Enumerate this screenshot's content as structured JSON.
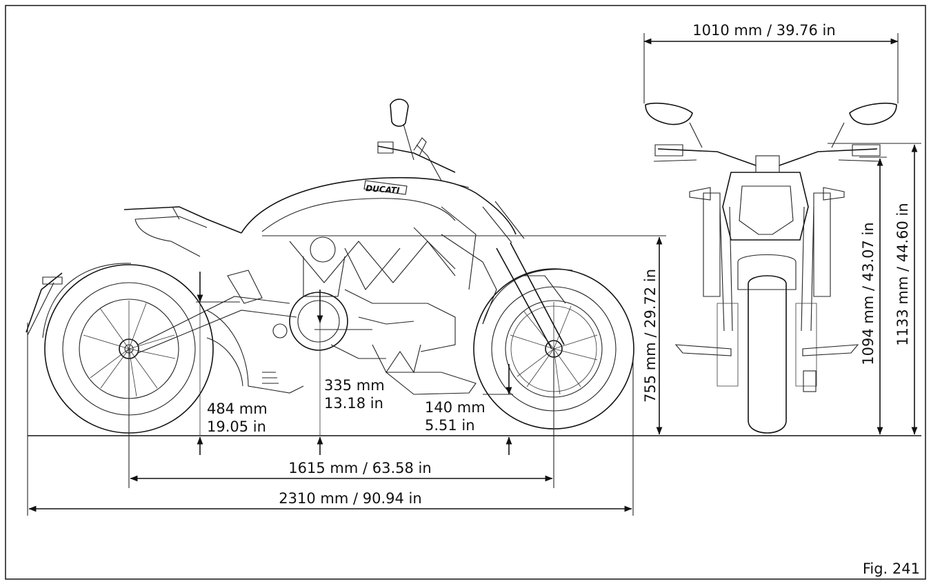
{
  "figure_label": "Fig. 241",
  "brand_text": "DUCATI",
  "dimensions": {
    "mirror_width": "1010 mm / 39.76 in",
    "seat_height": "755 mm / 29.72 in",
    "handlebar_height": "1094 mm / 43.07 in",
    "overall_height": "1133 mm / 44.60 in",
    "rear_clearance_mm": "484 mm",
    "rear_clearance_in": "19.05 in",
    "center_clearance_mm": "335 mm",
    "center_clearance_in": "13.18 in",
    "min_ground_clearance_mm": "140 mm",
    "min_ground_clearance_in": "5.51 in",
    "wheelbase": "1615 mm / 63.58 in",
    "overall_length": "2310 mm / 90.94 in"
  }
}
